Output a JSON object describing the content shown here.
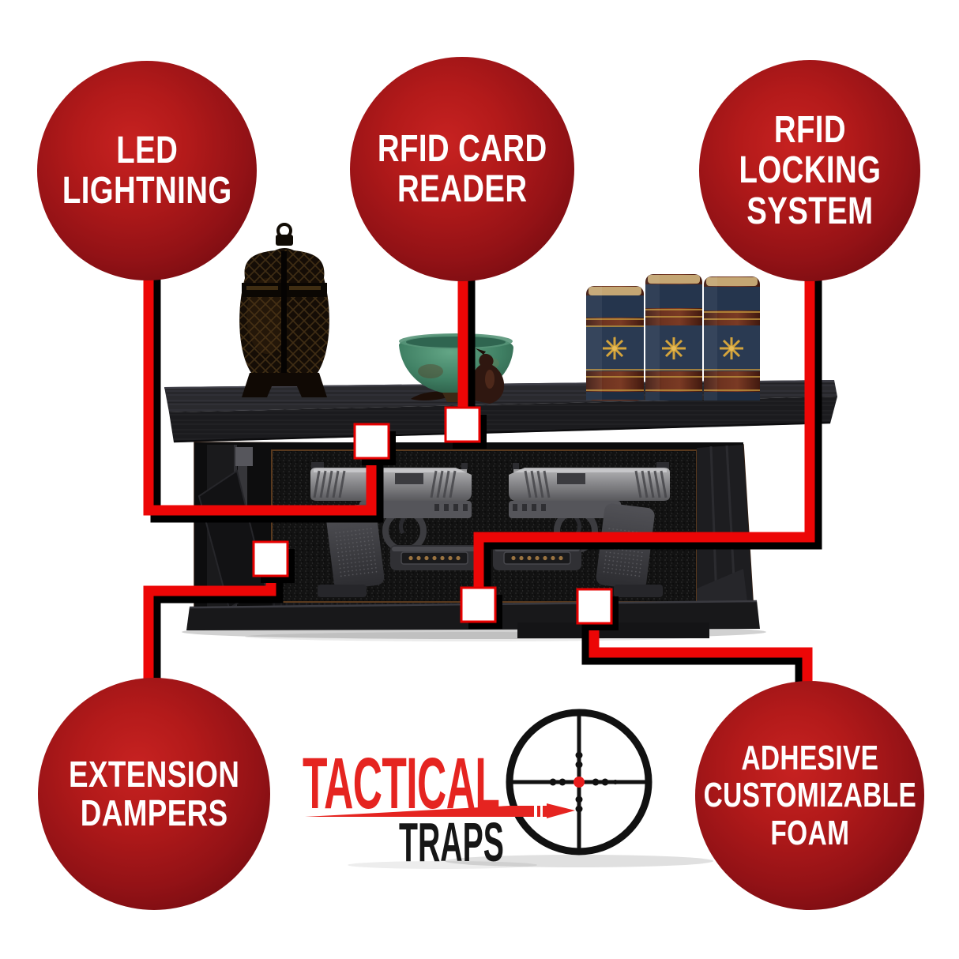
{
  "background_color": "#ffffff",
  "badges": {
    "led": {
      "label": "LED\nLIGHTNING"
    },
    "rfid_card_reader": {
      "label": "RFID CARD\nREADER"
    },
    "rfid_locking_system": {
      "label": "RFID\nLOCKING\nSYSTEM"
    },
    "extension_dampers": {
      "label": "EXTENSION\nDAMPERS"
    },
    "adhesive_customizable_foam": {
      "label": "ADHESIVE\nCUSTOMIZABLE\nFOAM"
    },
    "style": {
      "text_color": "#ffffff",
      "gradient_center": "#c72221",
      "gradient_edge": "#630a0e"
    }
  },
  "connectors": {
    "line_color": "#ec0606",
    "shadow_color": "#000000",
    "marker_fill": "#ffffff",
    "marker_border_color": "#e60000"
  },
  "logo": {
    "name_line1": "TACTICAL",
    "name_line2": "TRAPS",
    "line1_color": "#e52420",
    "line2_color": "#161616",
    "icons": {
      "reticle": "rifle-scope-reticle-icon",
      "bullet": "bullet-streak-icon"
    }
  }
}
